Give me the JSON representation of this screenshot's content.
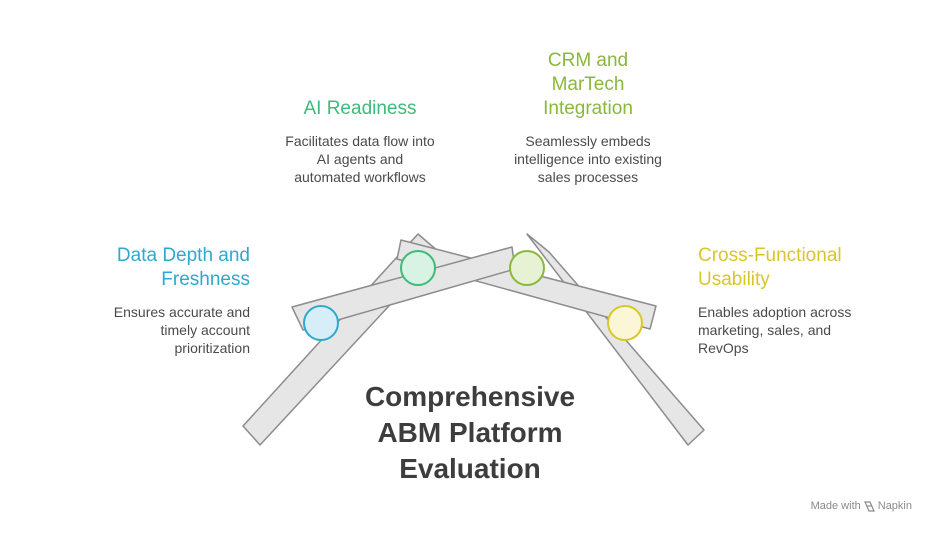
{
  "title_lines": [
    "Comprehensive",
    "ABM Platform",
    "Evaluation"
  ],
  "sections": [
    {
      "id": "data-depth",
      "heading_lines": [
        "Data Depth and",
        "Freshness"
      ],
      "description_lines": [
        "Ensures accurate and",
        "timely account",
        "prioritization"
      ],
      "color": "#2ea8cf",
      "node_fill": "#d7eef8",
      "node_stroke": "#2ea8cf"
    },
    {
      "id": "ai-readiness",
      "heading_lines": [
        "AI Readiness"
      ],
      "description_lines": [
        "Facilitates data flow into",
        "AI agents and",
        "automated workflows"
      ],
      "color": "#3dbb7a",
      "node_fill": "#d8f2e3",
      "node_stroke": "#3dbb7a"
    },
    {
      "id": "crm-martech",
      "heading_lines": [
        "CRM and",
        "MarTech",
        "Integration"
      ],
      "description_lines": [
        "Seamlessly embeds",
        "intelligence into existing",
        "sales processes"
      ],
      "color": "#8ab83a",
      "node_fill": "#e7f1d4",
      "node_stroke": "#8ab83a"
    },
    {
      "id": "cross-functional",
      "heading_lines": [
        "Cross-Functional",
        "Usability"
      ],
      "description_lines": [
        "Enables adoption across",
        "marketing, sales, and",
        "RevOps"
      ],
      "color": "#d9c62a",
      "node_fill": "#fbf6d6",
      "node_stroke": "#d9c62a"
    }
  ],
  "colors": {
    "bar_fill": "#e6e6e6",
    "bar_stroke": "#8c8c8c",
    "title": "#3d3d3d",
    "description": "#4a4a4a"
  },
  "watermark": {
    "prefix": "Made with",
    "brand": "Napkin"
  }
}
